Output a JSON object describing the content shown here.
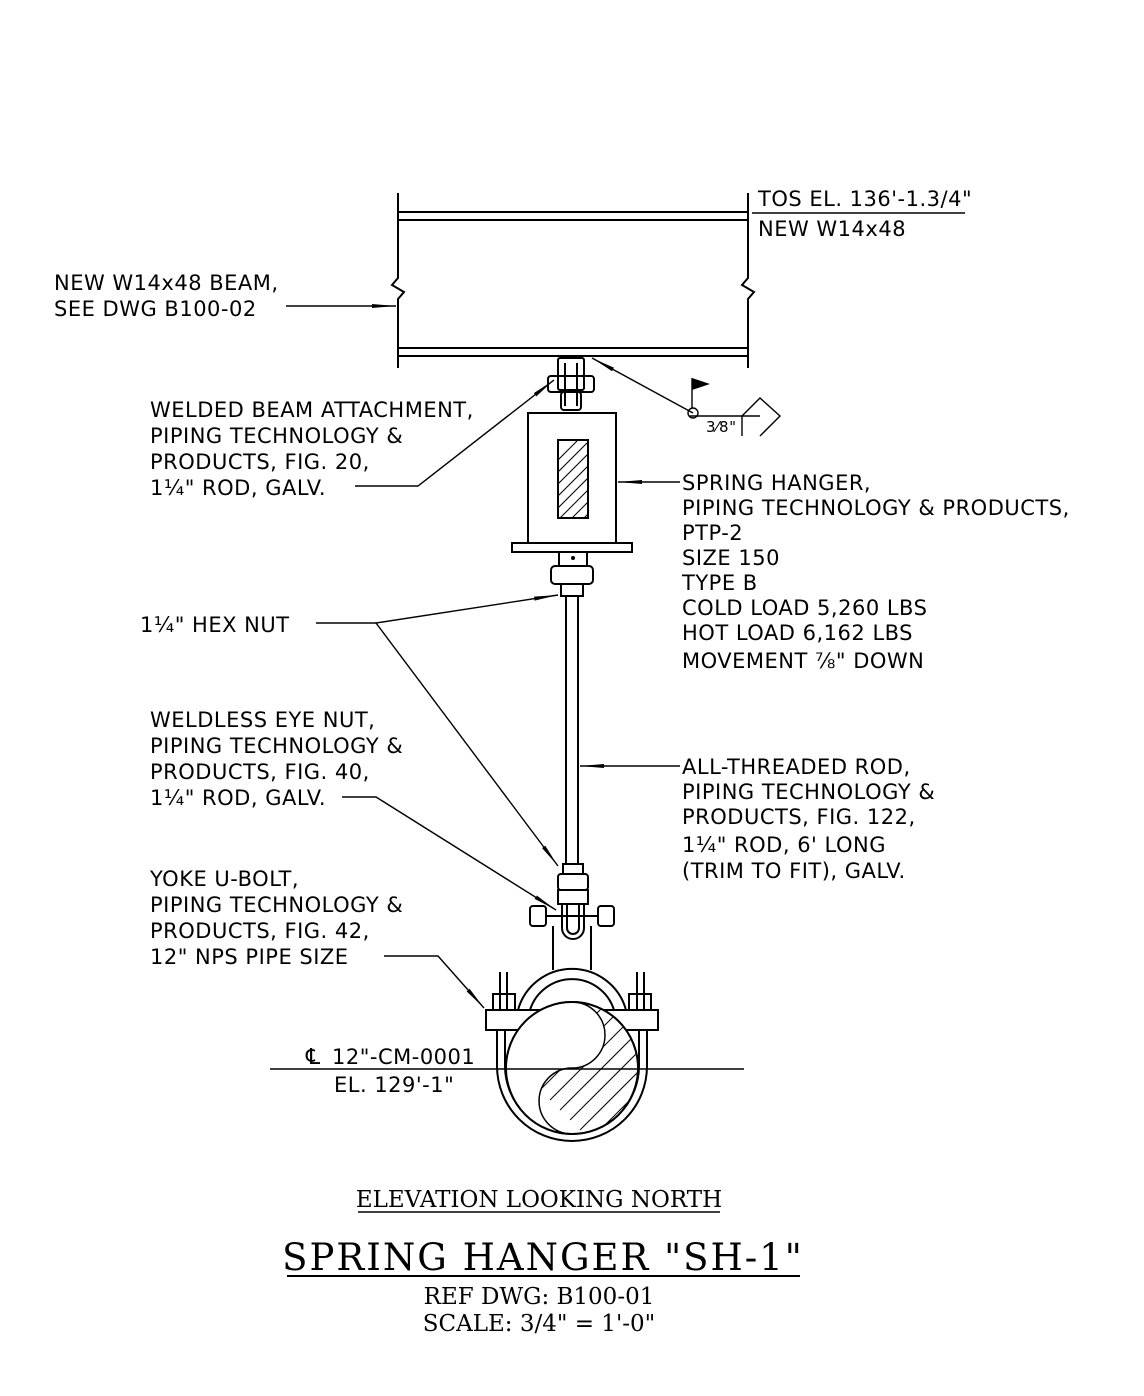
{
  "beam_top_label": "TOS EL. 136'-1.3/4\"",
  "beam_bottom_label": "NEW W14x48",
  "beam_callout": [
    "NEW W14x48 BEAM,",
    "SEE DWG B100-02"
  ],
  "weld_size": "3⁄8\"",
  "attachment_callout": [
    "WELDED BEAM ATTACHMENT,",
    "PIPING TECHNOLOGY &",
    "PRODUCTS, FIG. 20,",
    "1¼\" ROD, GALV."
  ],
  "spring_callout": [
    "SPRING HANGER,",
    "PIPING TECHNOLOGY & PRODUCTS,",
    "PTP-2",
    "SIZE 150",
    "TYPE B",
    "COLD LOAD 5,260 LBS",
    "HOT LOAD 6,162 LBS",
    "MOVEMENT ⅞\" DOWN"
  ],
  "hex_nut_callout": "1¼\" HEX NUT",
  "eye_nut_callout": [
    "WELDLESS EYE NUT,",
    "PIPING TECHNOLOGY &",
    "PRODUCTS, FIG. 40,",
    "1¼\" ROD, GALV."
  ],
  "rod_callout": [
    "ALL-THREADED ROD,",
    "PIPING TECHNOLOGY &",
    "PRODUCTS, FIG. 122,",
    "1¼\" ROD, 6' LONG",
    "(TRIM TO FIT), GALV."
  ],
  "ubolt_callout": [
    "YOKE U-BOLT,",
    "PIPING TECHNOLOGY &",
    "PRODUCTS, FIG. 42,",
    "12\" NPS PIPE SIZE"
  ],
  "pipe_label": {
    "symbol": "℄",
    "line": "12\"-CM-0001",
    "elevation": "EL. 129'-1\""
  },
  "view_title": "ELEVATION LOOKING NORTH",
  "detail_title": "SPRING HANGER \"SH-1\"",
  "ref_dwg": "REF DWG: B100-01",
  "scale": "SCALE: 3/4\" = 1'-0\""
}
